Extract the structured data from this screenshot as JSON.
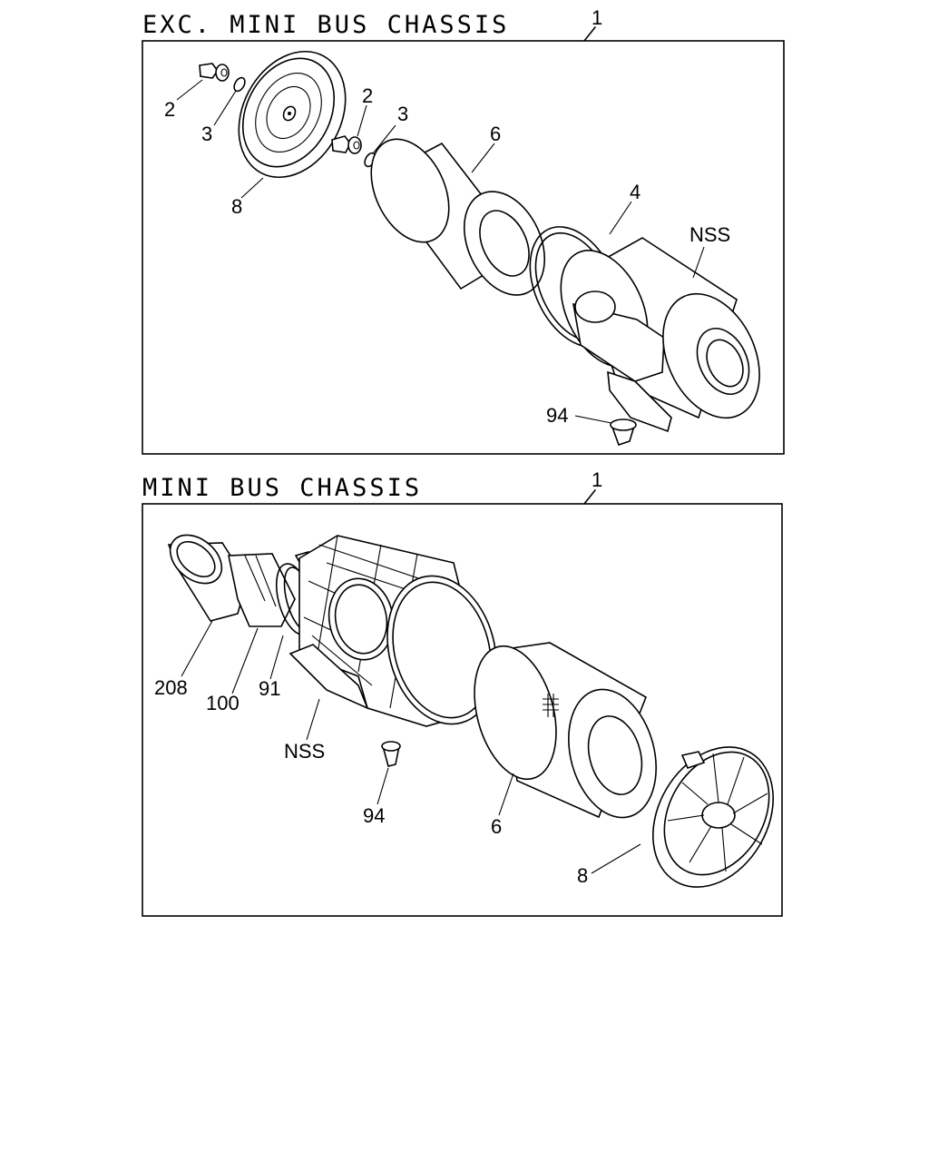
{
  "sections": [
    {
      "title": "EXC. MINI BUS CHASSIS",
      "assembly_ref": "1",
      "callouts": {
        "c2a": "2",
        "c3a": "3",
        "c2b": "2",
        "c3b": "3",
        "c6": "6",
        "c4": "4",
        "c8": "8",
        "cnss": "NSS",
        "c94": "94"
      }
    },
    {
      "title": "MINI BUS CHASSIS",
      "assembly_ref": "1",
      "callouts": {
        "c208": "208",
        "c100": "100",
        "c91": "91",
        "cnss": "NSS",
        "c94": "94",
        "c6": "6",
        "c8": "8"
      }
    }
  ]
}
